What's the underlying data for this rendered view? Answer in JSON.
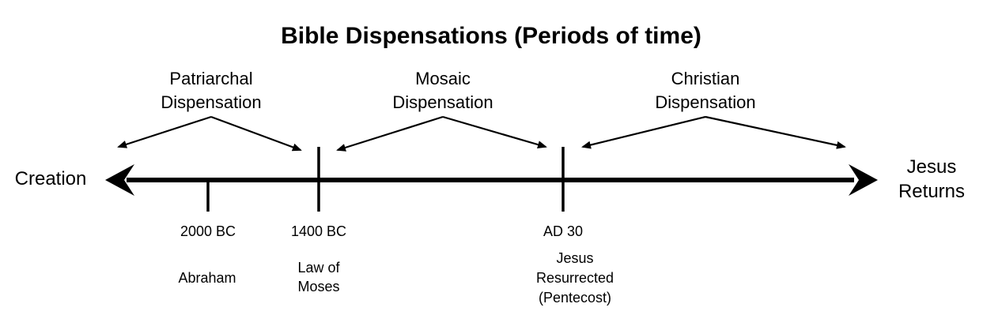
{
  "title": "Bible Dispensations (Periods of time)",
  "dispensations": [
    {
      "line1": "Patriarchal",
      "line2": "Dispensation"
    },
    {
      "line1": "Mosaic",
      "line2": "Dispensation"
    },
    {
      "line1": "Christian",
      "line2": "Dispensation"
    }
  ],
  "timeline": {
    "start_label": "Creation",
    "end_label_line1": "Jesus",
    "end_label_line2": "Returns"
  },
  "events": [
    {
      "date": "2000 BC",
      "label_lines": [
        "Abraham"
      ]
    },
    {
      "date": "1400 BC",
      "label_lines": [
        "Law of",
        "Moses"
      ]
    },
    {
      "date": "AD 30",
      "label_lines": [
        "Jesus",
        "Resurrected",
        "(Pentecost)"
      ]
    }
  ],
  "colors": {
    "ink": "#000000",
    "background": "#ffffff"
  }
}
